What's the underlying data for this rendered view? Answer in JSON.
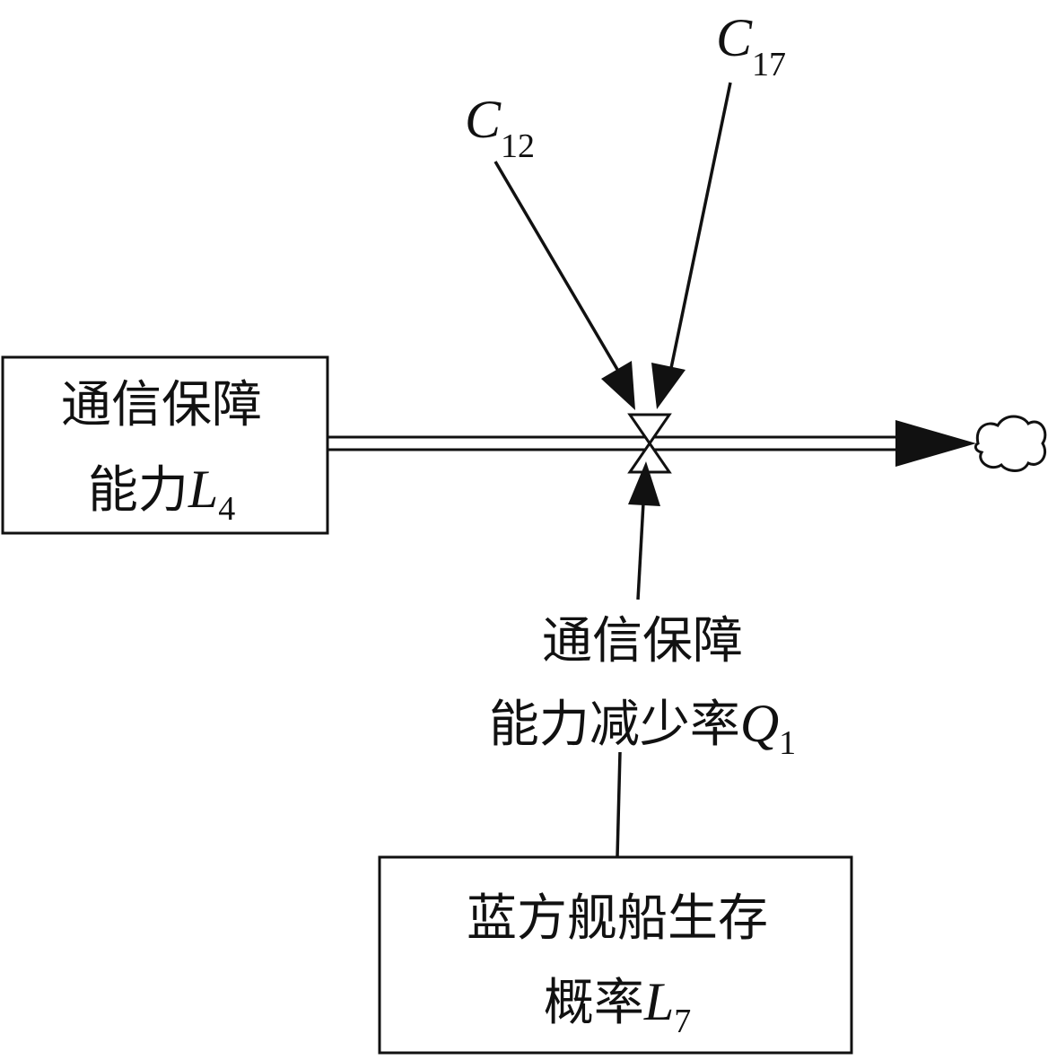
{
  "stocks": {
    "comm_capability": {
      "line1": "通信保障",
      "line2": "能力",
      "symbol": "L",
      "subscript": "4"
    },
    "blue_ship_survival": {
      "line1": "蓝方舰船生存",
      "line2": "概率",
      "symbol": "L",
      "subscript": "7"
    }
  },
  "rate": {
    "line1": "通信保障",
    "line2": "能力减少率",
    "symbol": "Q",
    "subscript": "1"
  },
  "constants": {
    "c12": {
      "symbol": "C",
      "subscript": "12"
    },
    "c17": {
      "symbol": "C",
      "subscript": "17"
    }
  },
  "colors": {
    "ink": "#111111",
    "background": "#ffffff"
  }
}
